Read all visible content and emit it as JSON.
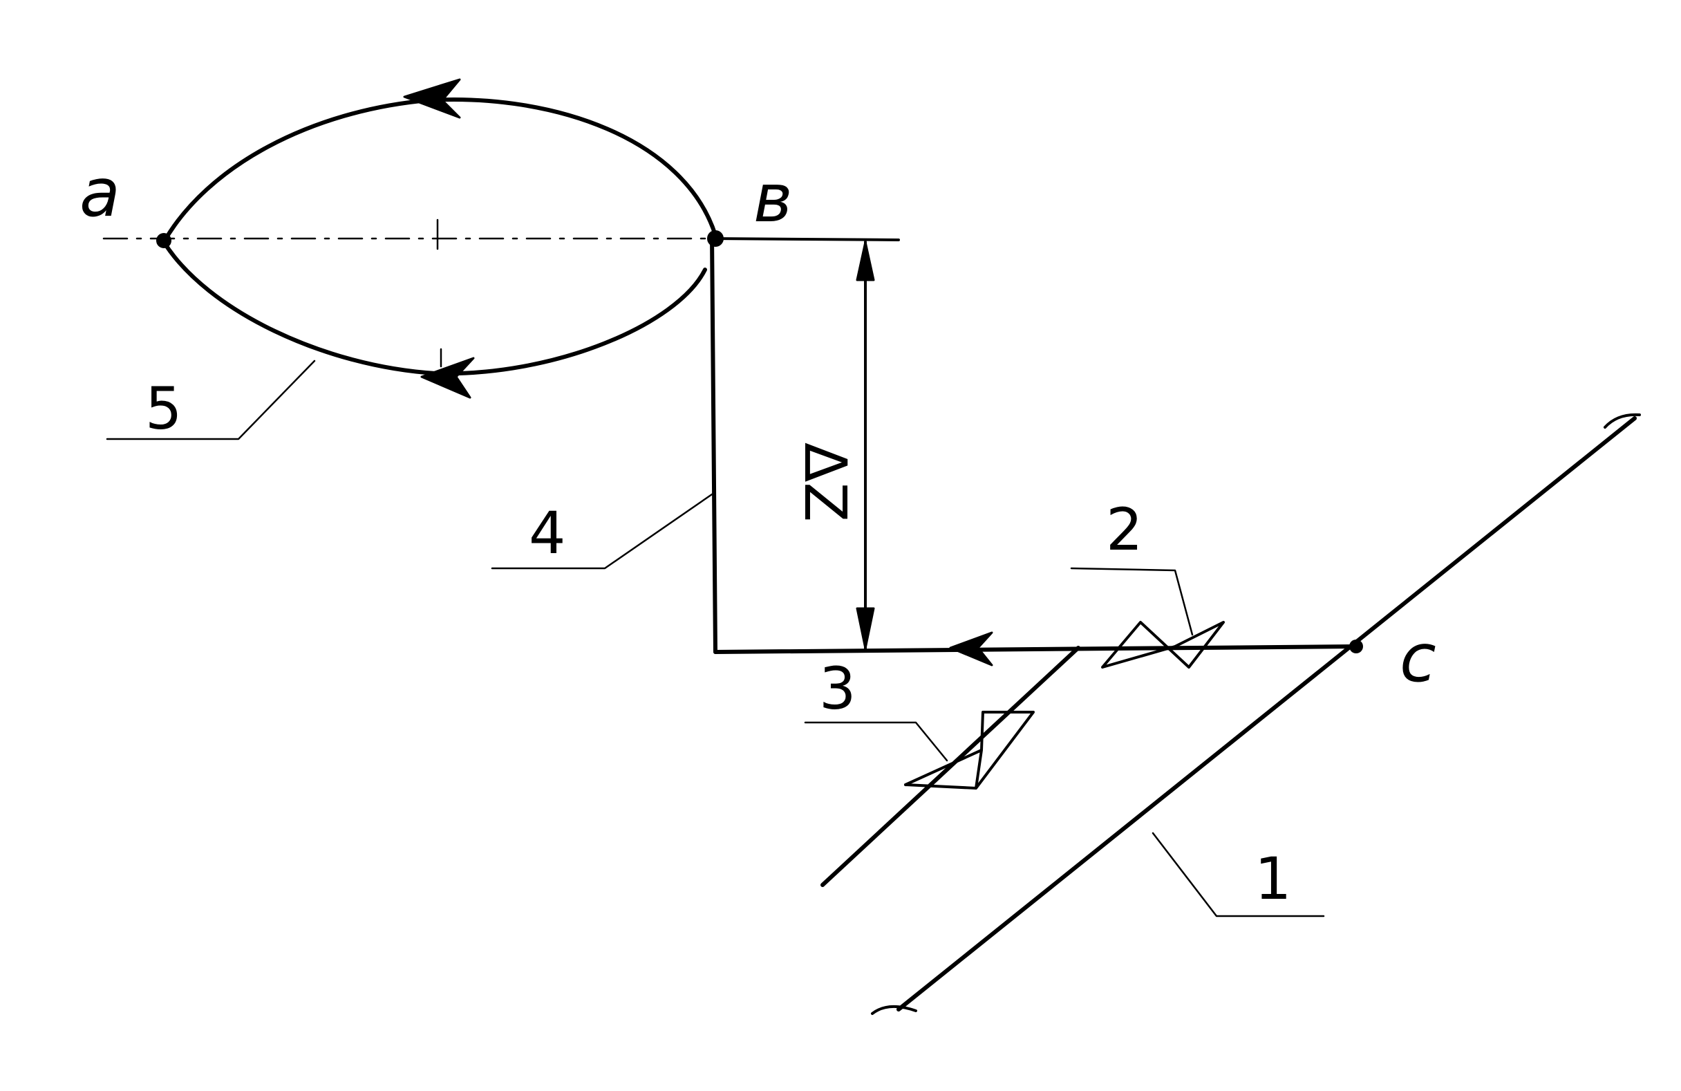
{
  "points": {
    "a": "a",
    "b": "в",
    "c": "c"
  },
  "callouts": {
    "c1": "1",
    "c2": "2",
    "c3": "3",
    "c4": "4",
    "c5": "5"
  },
  "dimension": {
    "label": "ΔZ"
  }
}
